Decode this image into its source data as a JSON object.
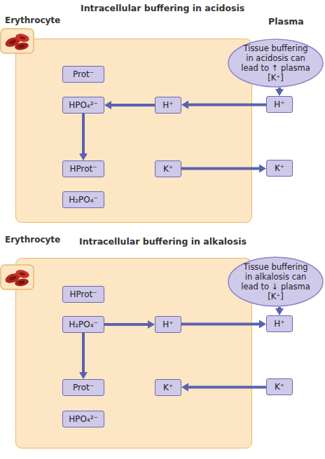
{
  "diagram": {
    "nodes": [
      {
        "text": [
          "Erythrocyte"
        ]
      },
      {
        "text": [
          "Prot⁻"
        ],
        "in": 0
      },
      {
        "text": [
          "HPO₄²⁻"
        ],
        "in": 0
      },
      {
        "text": [
          "HProt⁻"
        ],
        "in": 0
      },
      {
        "text": [
          "H₂PO₄⁻"
        ],
        "in": 0
      },
      {
        "text": [
          "H⁺"
        ],
        "in": 0
      },
      {
        "text": [
          "K⁺"
        ],
        "in": 0
      },
      {
        "text": [
          "Tissue buffering in acidosis can lead to ↑ plasma [K⁺]"
        ]
      },
      {
        "text": [
          "H⁺"
        ]
      },
      {
        "text": [
          "K⁺"
        ]
      },
      {
        "text": [
          "Erythrocyte"
        ]
      },
      {
        "text": [
          "HProt⁻"
        ],
        "in": 10
      },
      {
        "text": [
          "H₂PO₄⁻"
        ],
        "in": 10
      },
      {
        "text": [
          "Prot⁻"
        ],
        "in": 10
      },
      {
        "text": [
          "HPO₄²⁻"
        ],
        "in": 10
      },
      {
        "text": [
          "H⁺"
        ],
        "in": 10
      },
      {
        "text": [
          "K⁺"
        ],
        "in": 10
      },
      {
        "text": [
          "Tissue buffering in alkalosis can lead to ↓ plasma [K⁺]"
        ]
      },
      {
        "text": [
          "H⁺"
        ]
      },
      {
        "text": [
          "K⁺"
        ]
      }
    ],
    "edges": [
      {
        "from": 7,
        "to": 8,
        "arrow": "to"
      },
      {
        "from": 8,
        "to": 5,
        "arrow": "to"
      },
      {
        "from": 5,
        "to": 2,
        "arrow": "to"
      },
      {
        "from": 2,
        "to": 3,
        "arrow": "to"
      },
      {
        "from": 6,
        "to": 9,
        "arrow": "to"
      },
      {
        "from": 17,
        "to": 18,
        "arrow": "to"
      },
      {
        "from": 12,
        "to": 15,
        "arrow": "to"
      },
      {
        "from": 12,
        "to": 13,
        "arrow": "to"
      },
      {
        "from": 15,
        "to": 18,
        "arrow": "to"
      },
      {
        "from": 19,
        "to": 16,
        "arrow": "to"
      }
    ],
    "labels": [
      "Intracellular buffering in acidosis",
      "Plasma",
      "Intracellular buffering in alkalosis"
    ]
  }
}
